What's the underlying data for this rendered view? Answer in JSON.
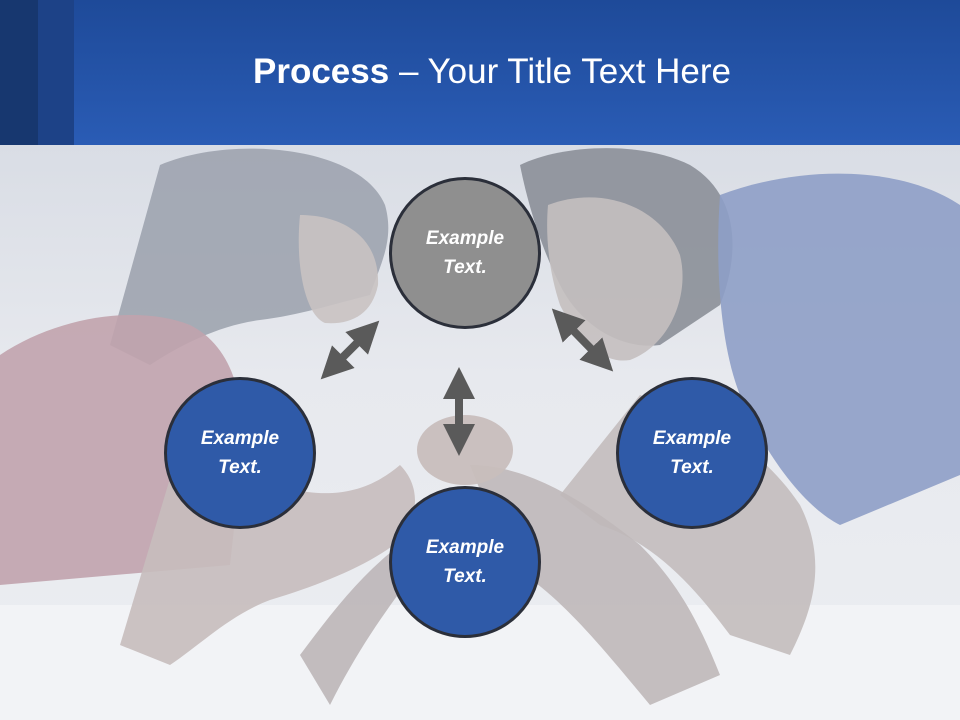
{
  "slide": {
    "title_bold": "Process",
    "title_rest": " – Your Title Text Here"
  },
  "circles": [
    {
      "text": "Example Text."
    },
    {
      "text": "Example Text."
    },
    {
      "text": "Example Text."
    },
    {
      "text": "Example Text."
    }
  ],
  "colors": {
    "header": "#2a5cb5",
    "circle_blue": "#2f5aa8",
    "circle_gray": "#8f8f8f",
    "arrow": "#5a5a5a"
  }
}
